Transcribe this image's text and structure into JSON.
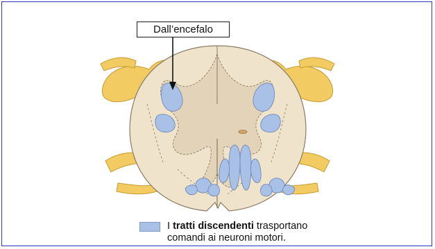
{
  "label": "Dall’encefalo",
  "legend": {
    "prefix": "I ",
    "bold": "tratti discendenti",
    "rest_line1": " trasportano",
    "line2": "comandi ai neuroni motori."
  },
  "colors": {
    "frame": "#2a36c8",
    "tracts": "#a9c1e6",
    "nerve": "#f2cc63",
    "cord": "#efe3cc",
    "grey_matter": "#e2d3b9"
  }
}
